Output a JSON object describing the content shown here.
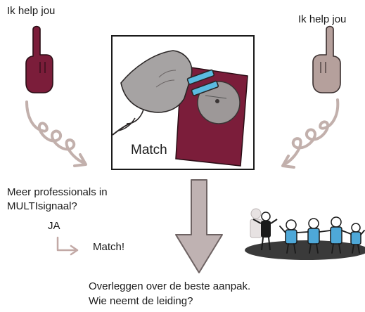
{
  "left_hand": {
    "caption": "Ik help jou"
  },
  "right_hand": {
    "caption": "Ik help jou"
  },
  "center_panel": {
    "caption": "Match"
  },
  "question": {
    "line1": "Meer professionals in",
    "line2": "MULTIsignaal?"
  },
  "answer": {
    "yes": "JA",
    "result": "Match!"
  },
  "footer": {
    "line1": "Overleggen over de beste aanpak.",
    "line2": "Wie neemt de leiding?"
  },
  "colors": {
    "maroon": "#7b1d3a",
    "taupe": "#b5a09c",
    "arrow_gray": "#bfb2b2",
    "arrow_edge": "#7d7272",
    "plug_gray": "#a6a3a3",
    "prong_blue": "#5bbbe0",
    "figure_blue": "#4ea8d8"
  },
  "icons": [
    "pointing-hand-icon",
    "plug-icon",
    "socket-icon",
    "people-group-icon",
    "down-arrow-icon",
    "curly-arrow-icon"
  ]
}
